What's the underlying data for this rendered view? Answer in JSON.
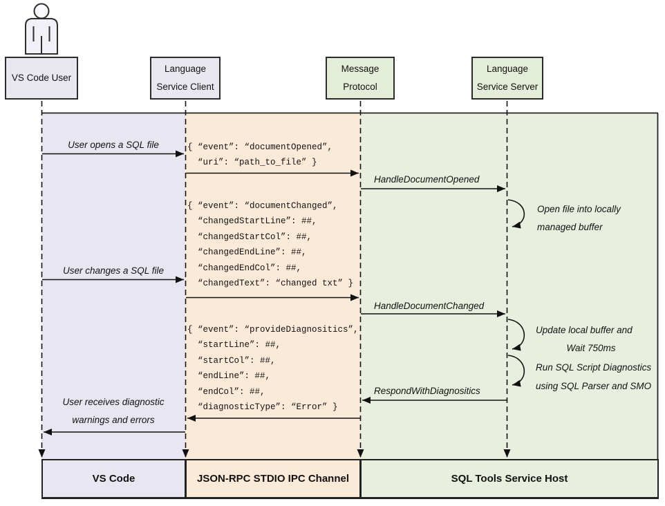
{
  "actors": {
    "user": "VS Code User",
    "client_line1": "Language",
    "client_line2": "Service Client",
    "protocol_line1": "Message",
    "protocol_line2": "Protocol",
    "server_line1": "Language",
    "server_line2": "Service Server"
  },
  "footer": {
    "vscode": "VS Code",
    "channel": "JSON-RPC STDIO IPC Channel",
    "host": "SQL Tools Service Host"
  },
  "labels": {
    "user_opens": "User opens a SQL file",
    "user_changes": "User changes a SQL file",
    "user_receives_line1": "User receives diagnostic",
    "user_receives_line2": "warnings and errors",
    "handle_opened": "HandleDocumentOpened",
    "handle_changed": "HandleDocumentChanged",
    "respond_diag": "RespondWithDiagnositics",
    "open_file_line1": "Open file into locally",
    "open_file_line2": "managed buffer",
    "update_line1": "Update local buffer and",
    "update_line2": "Wait 750ms",
    "run_line1": "Run SQL Script Diagnostics",
    "run_line2": "using SQL Parser and SMO"
  },
  "code": {
    "doc_opened": [
      "{ “event”: “documentOpened”,",
      "  “uri”: “path_to_file” }"
    ],
    "doc_changed": [
      "{ “event”: “documentChanged”,",
      "  “changedStartLine”: ##,",
      "  “changedStartCol”: ##,",
      "  “changedEndLine”: ##,",
      "  “changedEndCol”: ##,",
      "  “changedText”: “changed txt” }"
    ],
    "provide_diag": [
      "{ “event”: “provideDiagnositics”,",
      "  “startLine”: ##,",
      "  “startCol”: ##,",
      "  “endLine”: ##,",
      "  “endCol”: ##,",
      "  “diagnosticType”: “Error” }"
    ]
  },
  "icons": {
    "actor": "person-icon"
  },
  "colors": {
    "lane_lavender": "#e8e7f1",
    "lane_peach": "#fcead9",
    "lane_green": "#e9efdf",
    "box_green": "#e4edd7",
    "box_lavender": "#e9e8f1",
    "line": "#1a1a1a"
  }
}
